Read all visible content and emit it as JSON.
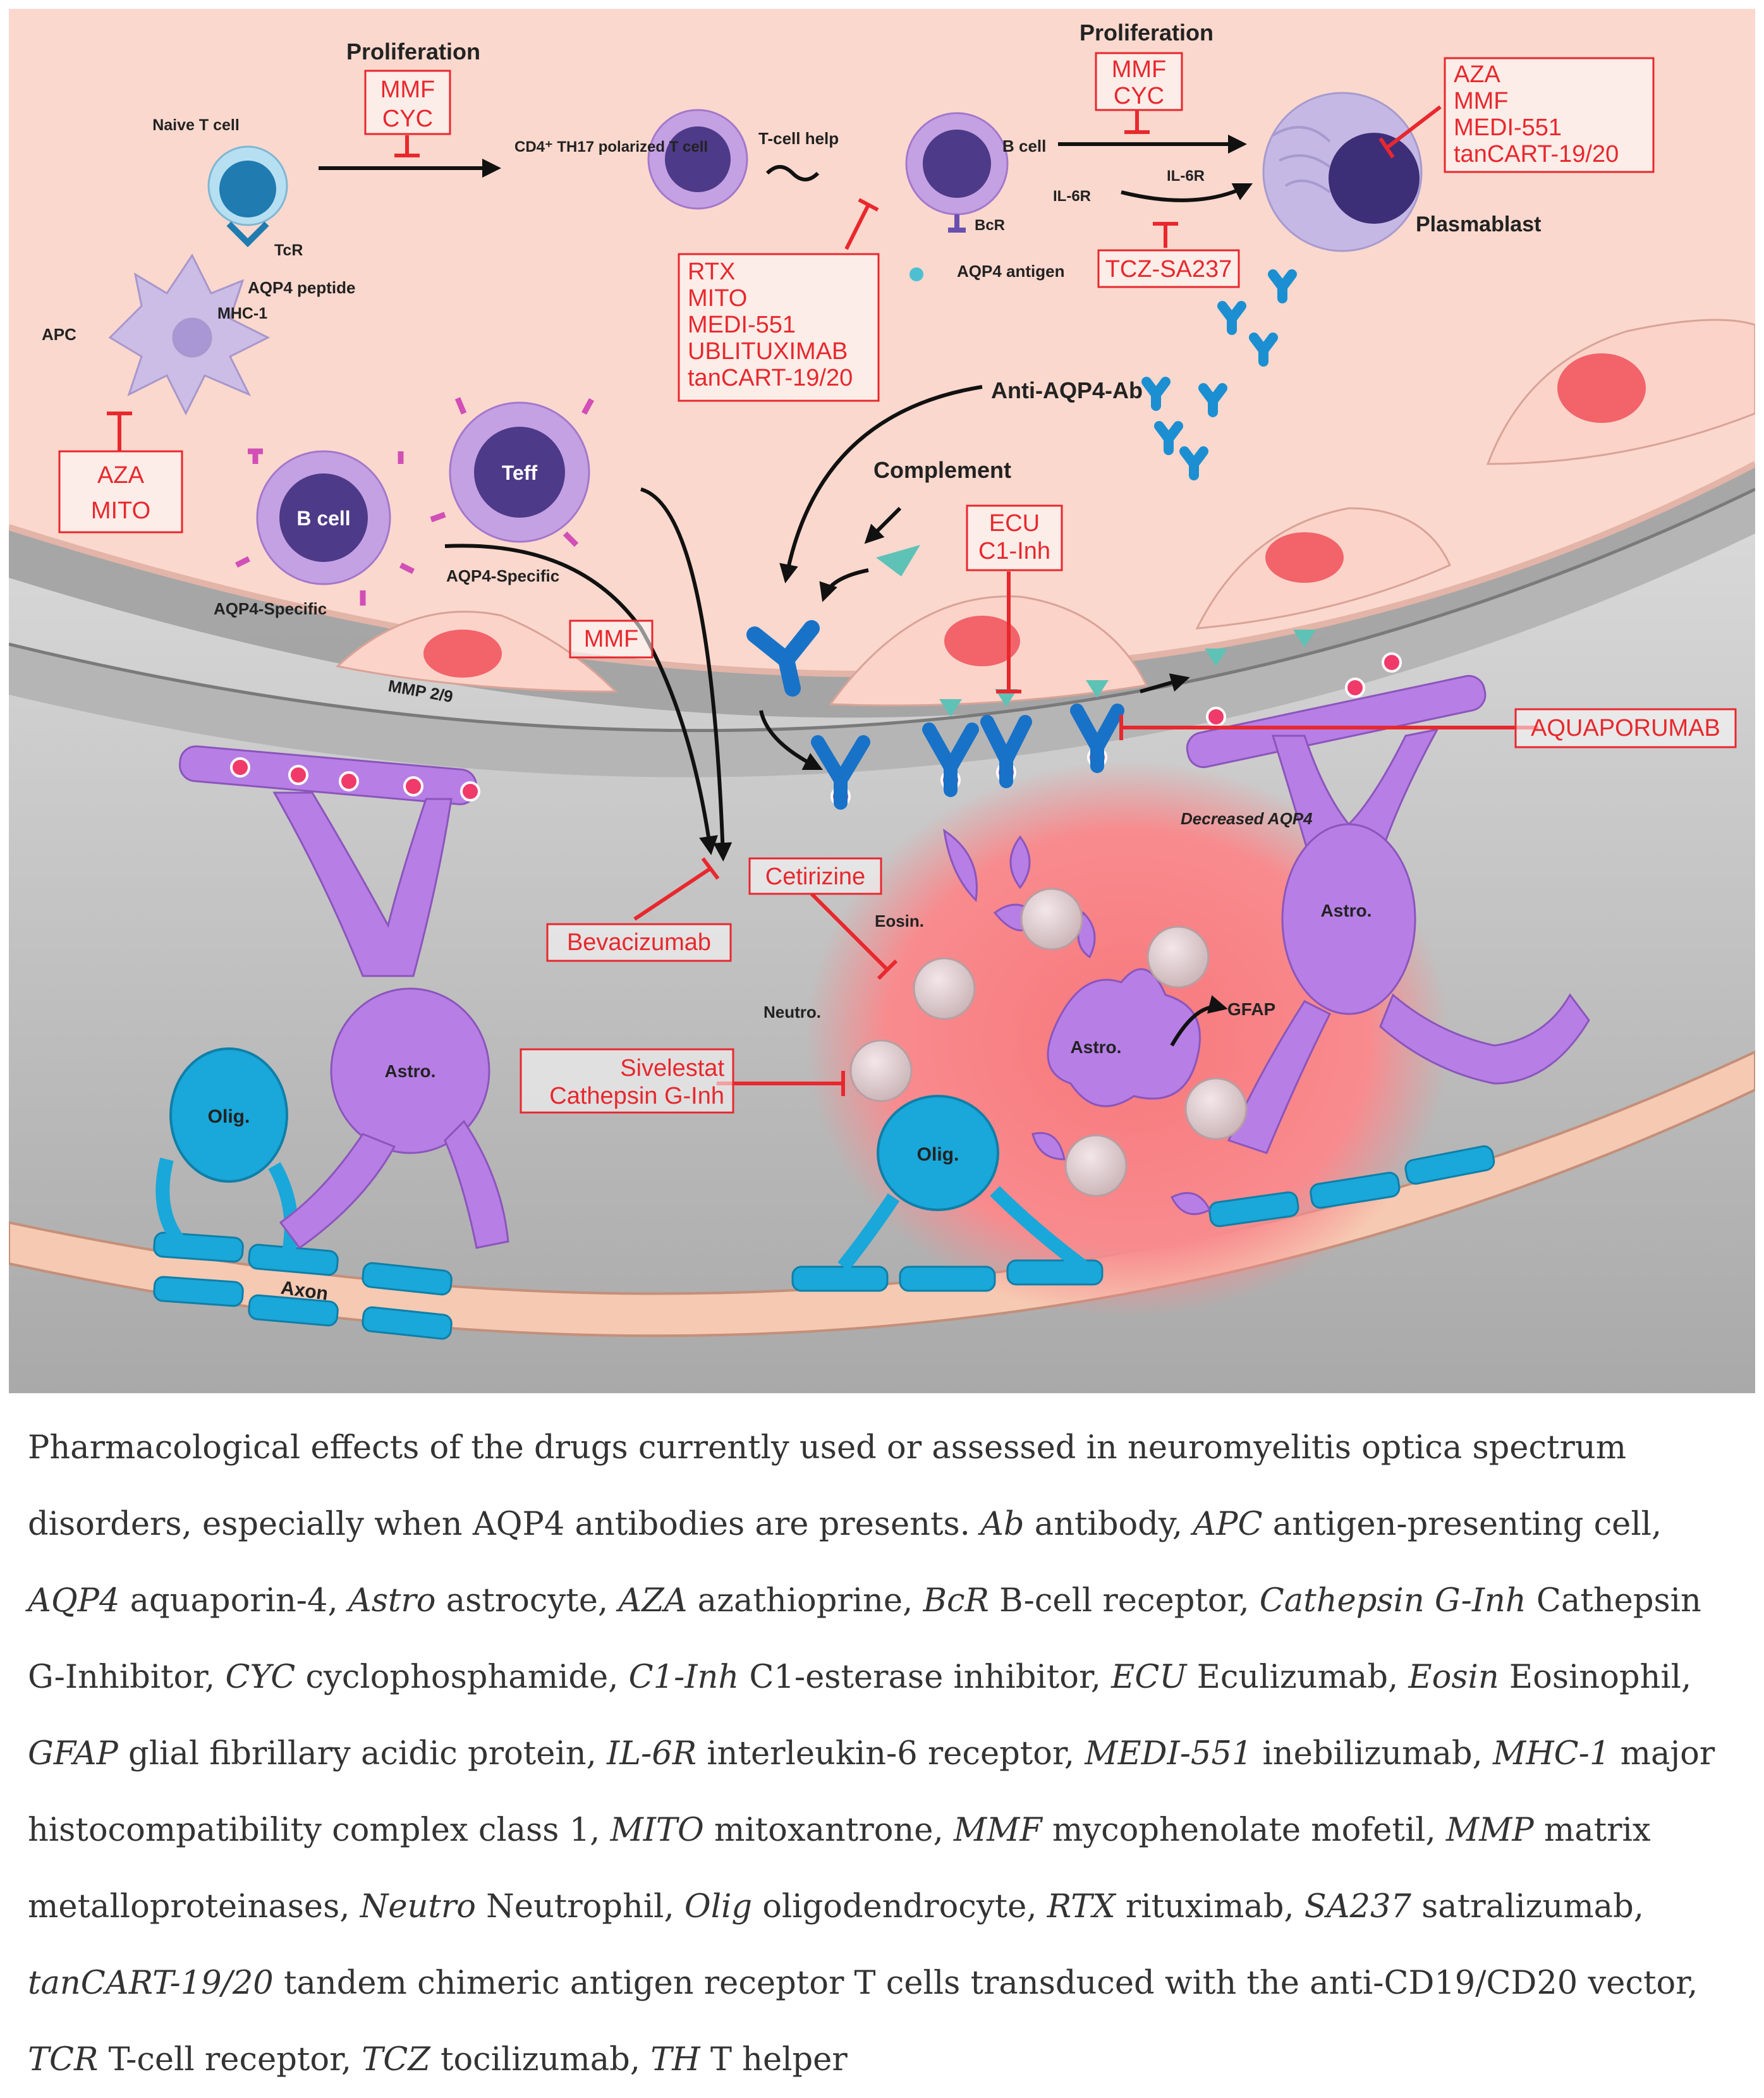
{
  "colors": {
    "blood": "#fbd9cf",
    "vessel_wall": "#a8a8a8",
    "brain": "#c8c8c8",
    "drug_red": "#e8282e",
    "astrocyte": "#b77fe6",
    "oligodendrocyte": "#1aa7d9",
    "axon": "#f6c9b2",
    "lesion": "#f56f74"
  },
  "labels": {
    "proliferation_1": "Proliferation",
    "proliferation_2": "Proliferation",
    "naive_t_cell": "Naive T cell",
    "tcr": "TcR",
    "aqp4_peptide": "AQP4 peptide",
    "mhc1": "MHC-1",
    "apc": "APC",
    "cd4_th17": "CD4⁺ TH17 polarized T cell",
    "t_cell_help": "T-cell help",
    "b_cell_top": "B cell",
    "bcr": "BcR",
    "aqp4_antigen": "AQP4 antigen",
    "il6r_1": "IL-6R",
    "il6r_2": "IL-6R",
    "plasmablast": "Plasmablast",
    "anti_aqp4_ab": "Anti-AQP4-Ab",
    "complement": "Complement",
    "teff": "Teff",
    "b_cell": "B cell",
    "aqp4_specific_1": "AQP4-Specific",
    "aqp4_specific_2": "AQP4-Specific",
    "mmp": "MMP 2/9",
    "decreased_aqp4": "Decreased AQP4",
    "astro_1": "Astro.",
    "astro_2": "Astro.",
    "astro_3": "Astro.",
    "eosin": "Eosin.",
    "neutro": "Neutro.",
    "gfap": "GFAP",
    "olig_1": "Olig.",
    "olig_2": "Olig.",
    "axon": "Axon"
  },
  "drugs": {
    "mmf_cyc_1": [
      "MMF",
      "CYC"
    ],
    "mmf_cyc_2": [
      "MMF",
      "CYC"
    ],
    "plasmablast_box": [
      "AZA",
      "MMF",
      "MEDI-551",
      "tanCART-19/20"
    ],
    "bcell_box": [
      "RTX",
      "MITO",
      "MEDI-551",
      "UBLITUXIMAB",
      "tanCART-19/20"
    ],
    "tcz": "TCZ-SA237",
    "apc_box": [
      "AZA",
      "MITO"
    ],
    "ecu_box": [
      "ECU",
      "C1-Inh"
    ],
    "mmf": "MMF",
    "aquaporumab": "AQUAPORUMAB",
    "cetirizine": "Cetirizine",
    "bevacizumab": "Bevacizumab",
    "sivelestat_box": [
      "Sivelestat",
      "Cathepsin G-Inh"
    ]
  },
  "caption": {
    "segments": [
      {
        "t": "Pharmacological effects of the drugs currently used or assessed in neuromyelitis optica spectrum disorders, especially when AQP4 antibodies are presents. ",
        "i": false
      },
      {
        "t": "Ab",
        "i": true
      },
      {
        "t": " antibody, ",
        "i": false
      },
      {
        "t": "APC",
        "i": true
      },
      {
        "t": " antigen-presenting cell, ",
        "i": false
      },
      {
        "t": "AQP4",
        "i": true
      },
      {
        "t": " aquaporin-4, ",
        "i": false
      },
      {
        "t": "Astro",
        "i": true
      },
      {
        "t": " astrocyte, ",
        "i": false
      },
      {
        "t": "AZA",
        "i": true
      },
      {
        "t": " azathioprine, ",
        "i": false
      },
      {
        "t": "BcR",
        "i": true
      },
      {
        "t": " B-cell receptor, ",
        "i": false
      },
      {
        "t": "Cathepsin G-Inh",
        "i": true
      },
      {
        "t": " Cathepsin G-Inhibitor, ",
        "i": false
      },
      {
        "t": "CYC",
        "i": true
      },
      {
        "t": " cyclophosphamide, ",
        "i": false
      },
      {
        "t": "C1-Inh",
        "i": true
      },
      {
        "t": " C1-esterase inhibitor, ",
        "i": false
      },
      {
        "t": "ECU",
        "i": true
      },
      {
        "t": " Eculizumab, ",
        "i": false
      },
      {
        "t": "Eosin",
        "i": true
      },
      {
        "t": " Eosinophil, ",
        "i": false
      },
      {
        "t": "GFAP",
        "i": true
      },
      {
        "t": " glial fibrillary acidic protein, ",
        "i": false
      },
      {
        "t": "IL-6R",
        "i": true
      },
      {
        "t": " interleukin-6 receptor, ",
        "i": false
      },
      {
        "t": "MEDI-551",
        "i": true
      },
      {
        "t": " inebilizumab, ",
        "i": false
      },
      {
        "t": "MHC-1",
        "i": true
      },
      {
        "t": " major histocompatibility complex class 1, ",
        "i": false
      },
      {
        "t": "MITO",
        "i": true
      },
      {
        "t": " mitoxantrone, ",
        "i": false
      },
      {
        "t": "MMF",
        "i": true
      },
      {
        "t": " mycophenolate mofetil, ",
        "i": false
      },
      {
        "t": "MMP",
        "i": true
      },
      {
        "t": " matrix metalloproteinases, ",
        "i": false
      },
      {
        "t": "Neutro",
        "i": true
      },
      {
        "t": " Neutrophil, ",
        "i": false
      },
      {
        "t": "Olig",
        "i": true
      },
      {
        "t": " oligodendrocyte, ",
        "i": false
      },
      {
        "t": "RTX",
        "i": true
      },
      {
        "t": " rituximab, ",
        "i": false
      },
      {
        "t": "SA237",
        "i": true
      },
      {
        "t": " satralizumab, ",
        "i": false
      },
      {
        "t": "tanCART-19/20",
        "i": true
      },
      {
        "t": " tandem chimeric antigen receptor T cells transduced with the anti-CD19/CD20 vector, ",
        "i": false
      },
      {
        "t": "TCR",
        "i": true
      },
      {
        "t": " T-cell receptor, ",
        "i": false
      },
      {
        "t": "TCZ",
        "i": true
      },
      {
        "t": " tocilizumab, ",
        "i": false
      },
      {
        "t": "TH",
        "i": true
      },
      {
        "t": " T helper",
        "i": false
      }
    ]
  }
}
